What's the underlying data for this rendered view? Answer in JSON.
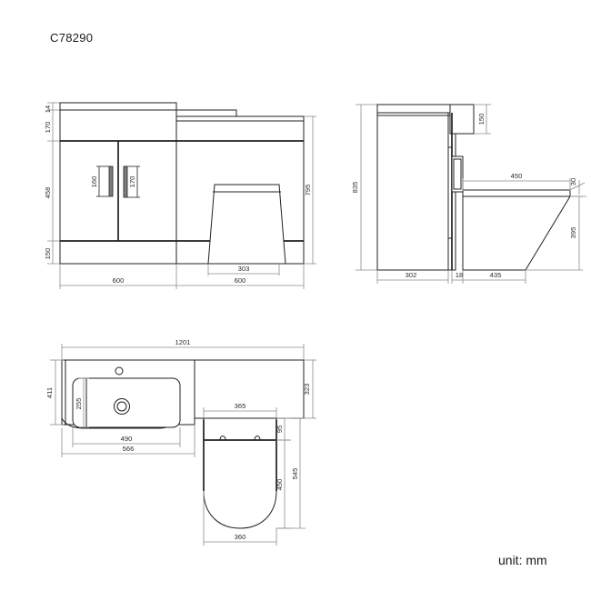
{
  "drawing": {
    "title": "C78290",
    "unit_note": "unit: mm",
    "type": "technical-drawing",
    "subject": "bathroom vanity unit with basin and back-to-wall toilet"
  },
  "views": {
    "front": {
      "name": "front-elevation",
      "dimensions": {
        "top_gap": "14",
        "drawer_front": "170",
        "door_height": "458",
        "plinth": "150",
        "handle_left": "160",
        "handle_right": "170",
        "overall_height": "795",
        "cabinet_width": "600",
        "toilet_section_width": "600",
        "toilet_width": "303"
      }
    },
    "side": {
      "name": "side-elevation",
      "dimensions": {
        "overall_height": "835",
        "top_lip": "150",
        "cistern_depth": "450",
        "worktop_thickness": "30",
        "pan_height": "395",
        "cabinet_depth": "302",
        "gap": "18",
        "pan_depth": "435"
      }
    },
    "plan": {
      "name": "plan-view",
      "dimensions": {
        "overall_width": "1201",
        "worktop_depth_left": "411",
        "basin_inner_depth": "255",
        "basin_inner_width": "490",
        "basin_outer_width": "566",
        "worktop_depth_right": "323",
        "toilet_plan_width": "365",
        "seat_gap": "95",
        "toilet_total_depth": "545",
        "seat_length": "450",
        "seat_width": "360"
      }
    }
  },
  "colors": {
    "outline": "#231f20",
    "dimension": "#8c8c8c",
    "handle_fill": "#7d7d7d",
    "background": "#ffffff"
  }
}
